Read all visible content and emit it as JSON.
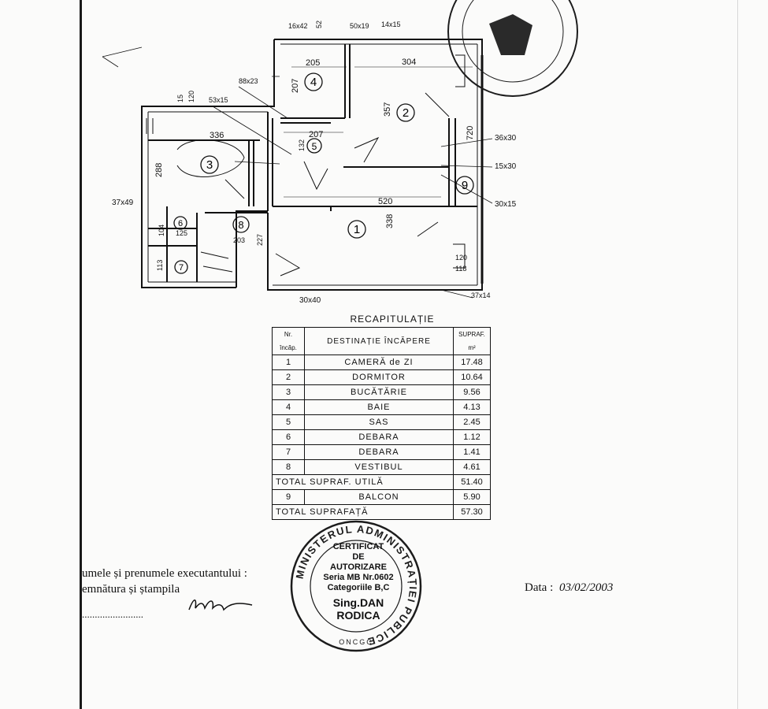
{
  "plan": {
    "rooms": [
      {
        "nr": "1"
      },
      {
        "nr": "2"
      },
      {
        "nr": "3"
      },
      {
        "nr": "4"
      },
      {
        "nr": "5"
      },
      {
        "nr": "6"
      },
      {
        "nr": "7"
      },
      {
        "nr": "8"
      },
      {
        "nr": "9"
      }
    ],
    "dimensions": [
      "16x42",
      "52",
      "50x19",
      "14x15",
      "205",
      "304",
      "207",
      "88x23",
      "357",
      "15",
      "120",
      "53x15",
      "336",
      "207",
      "720",
      "36x30",
      "288",
      "132",
      "15x30",
      "520",
      "30x15",
      "37x49",
      "104",
      "125",
      "203",
      "227",
      "338",
      "113",
      "120",
      "118",
      "30x40",
      "37x14"
    ]
  },
  "recap": {
    "title": "RECAPITULAȚIE",
    "headers": {
      "nr": "Nr. încăp.",
      "dest": "DESTINAȚIE ÎNCĂPERE",
      "area": "SUPRAF. m²"
    },
    "rows": [
      {
        "nr": "1",
        "name": "CAMERĂ de ZI",
        "area": "17.48"
      },
      {
        "nr": "2",
        "name": "DORMITOR",
        "area": "10.64"
      },
      {
        "nr": "3",
        "name": "BUCĂTĂRIE",
        "area": "9.56"
      },
      {
        "nr": "4",
        "name": "BAIE",
        "area": "4.13"
      },
      {
        "nr": "5",
        "name": "SAS",
        "area": "2.45"
      },
      {
        "nr": "6",
        "name": "DEBARA",
        "area": "1.12"
      },
      {
        "nr": "7",
        "name": "DEBARA",
        "area": "1.41"
      },
      {
        "nr": "8",
        "name": "VESTIBUL",
        "area": "4.61"
      }
    ],
    "total_util": {
      "label": "TOTAL SUPRAF. UTILĂ",
      "area": "51.40"
    },
    "balcony": {
      "nr": "9",
      "name": "BALCON",
      "area": "5.90"
    },
    "total": {
      "label": "TOTAL SUPRAFAȚĂ",
      "area": "57.30"
    }
  },
  "footer": {
    "executant_label": "umele și prenumele executantului :",
    "signature_label": "emnătura și ștampila",
    "dots": "........................",
    "date_label": "Data :",
    "date_value": "03/02/2003"
  },
  "stamp": {
    "ring_text": "MINISTERUL ADMINISTRAȚIEI PUBLICE",
    "line1": "CERTIFICAT",
    "line2": "DE",
    "line3": "AUTORIZARE",
    "line4": "Seria MB Nr.0602",
    "line5": "Categoriile B,C",
    "line6": "Sing.DAN",
    "line7": "RODICA",
    "bottom": "ONCGC"
  },
  "colors": {
    "ink": "#111111",
    "stamp": "#1c1c1c",
    "paper": "#fbfbfa"
  }
}
